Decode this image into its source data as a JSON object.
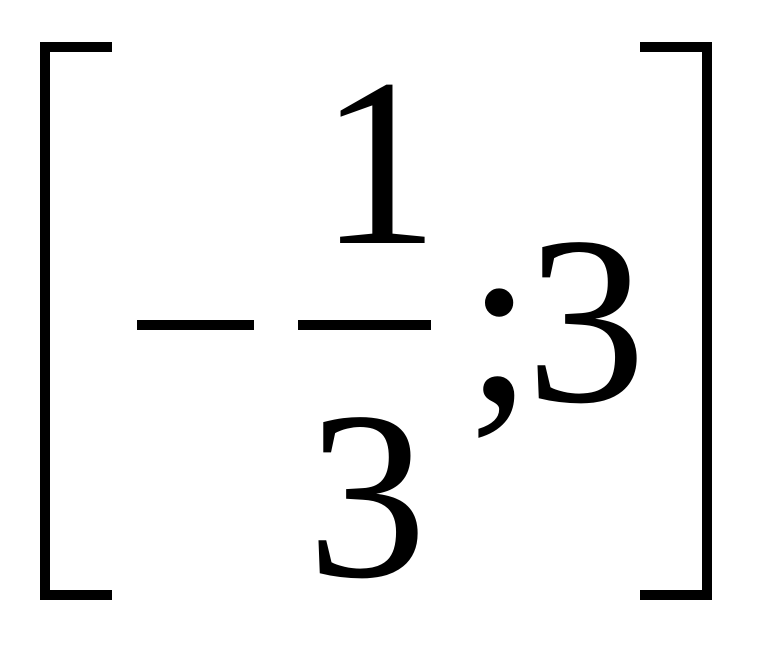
{
  "expression": {
    "open_bracket": "[",
    "minus_sign": "−",
    "fraction": {
      "numerator": "1",
      "denominator": "3"
    },
    "separator": ";",
    "upper_bound": "3",
    "close_bracket": "]"
  }
}
